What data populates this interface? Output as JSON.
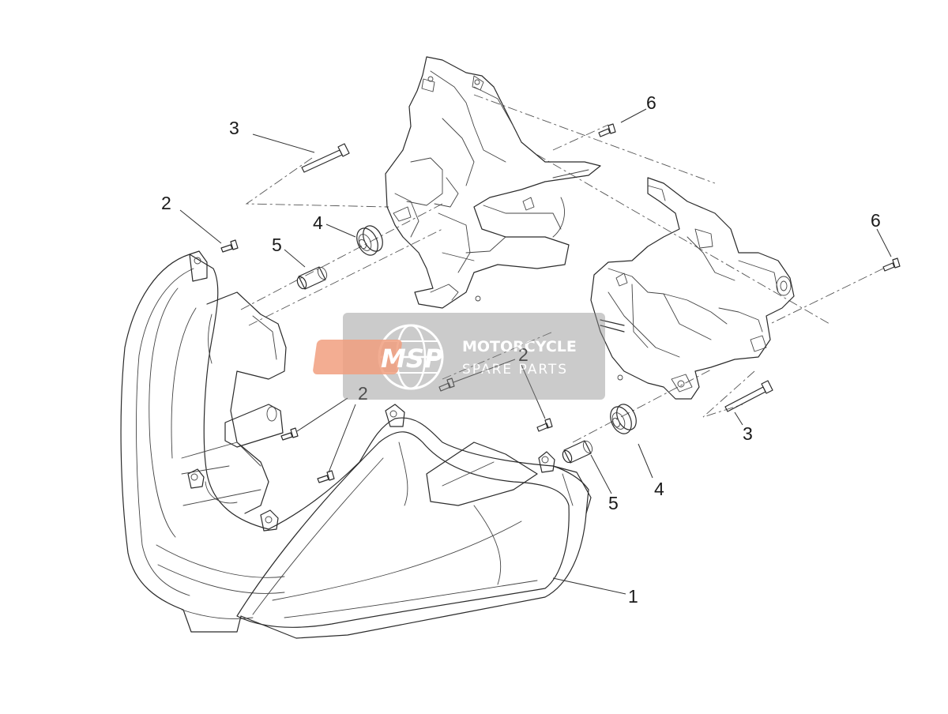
{
  "callouts": [
    "1",
    "2",
    "3",
    "4",
    "5",
    "6"
  ],
  "watermark": {
    "logo": "MSP",
    "line1": "MOTORCYCLE",
    "line2": "SPARE PARTS",
    "accent_color": "#e8602c",
    "panel_color": "#8c8c8c"
  }
}
